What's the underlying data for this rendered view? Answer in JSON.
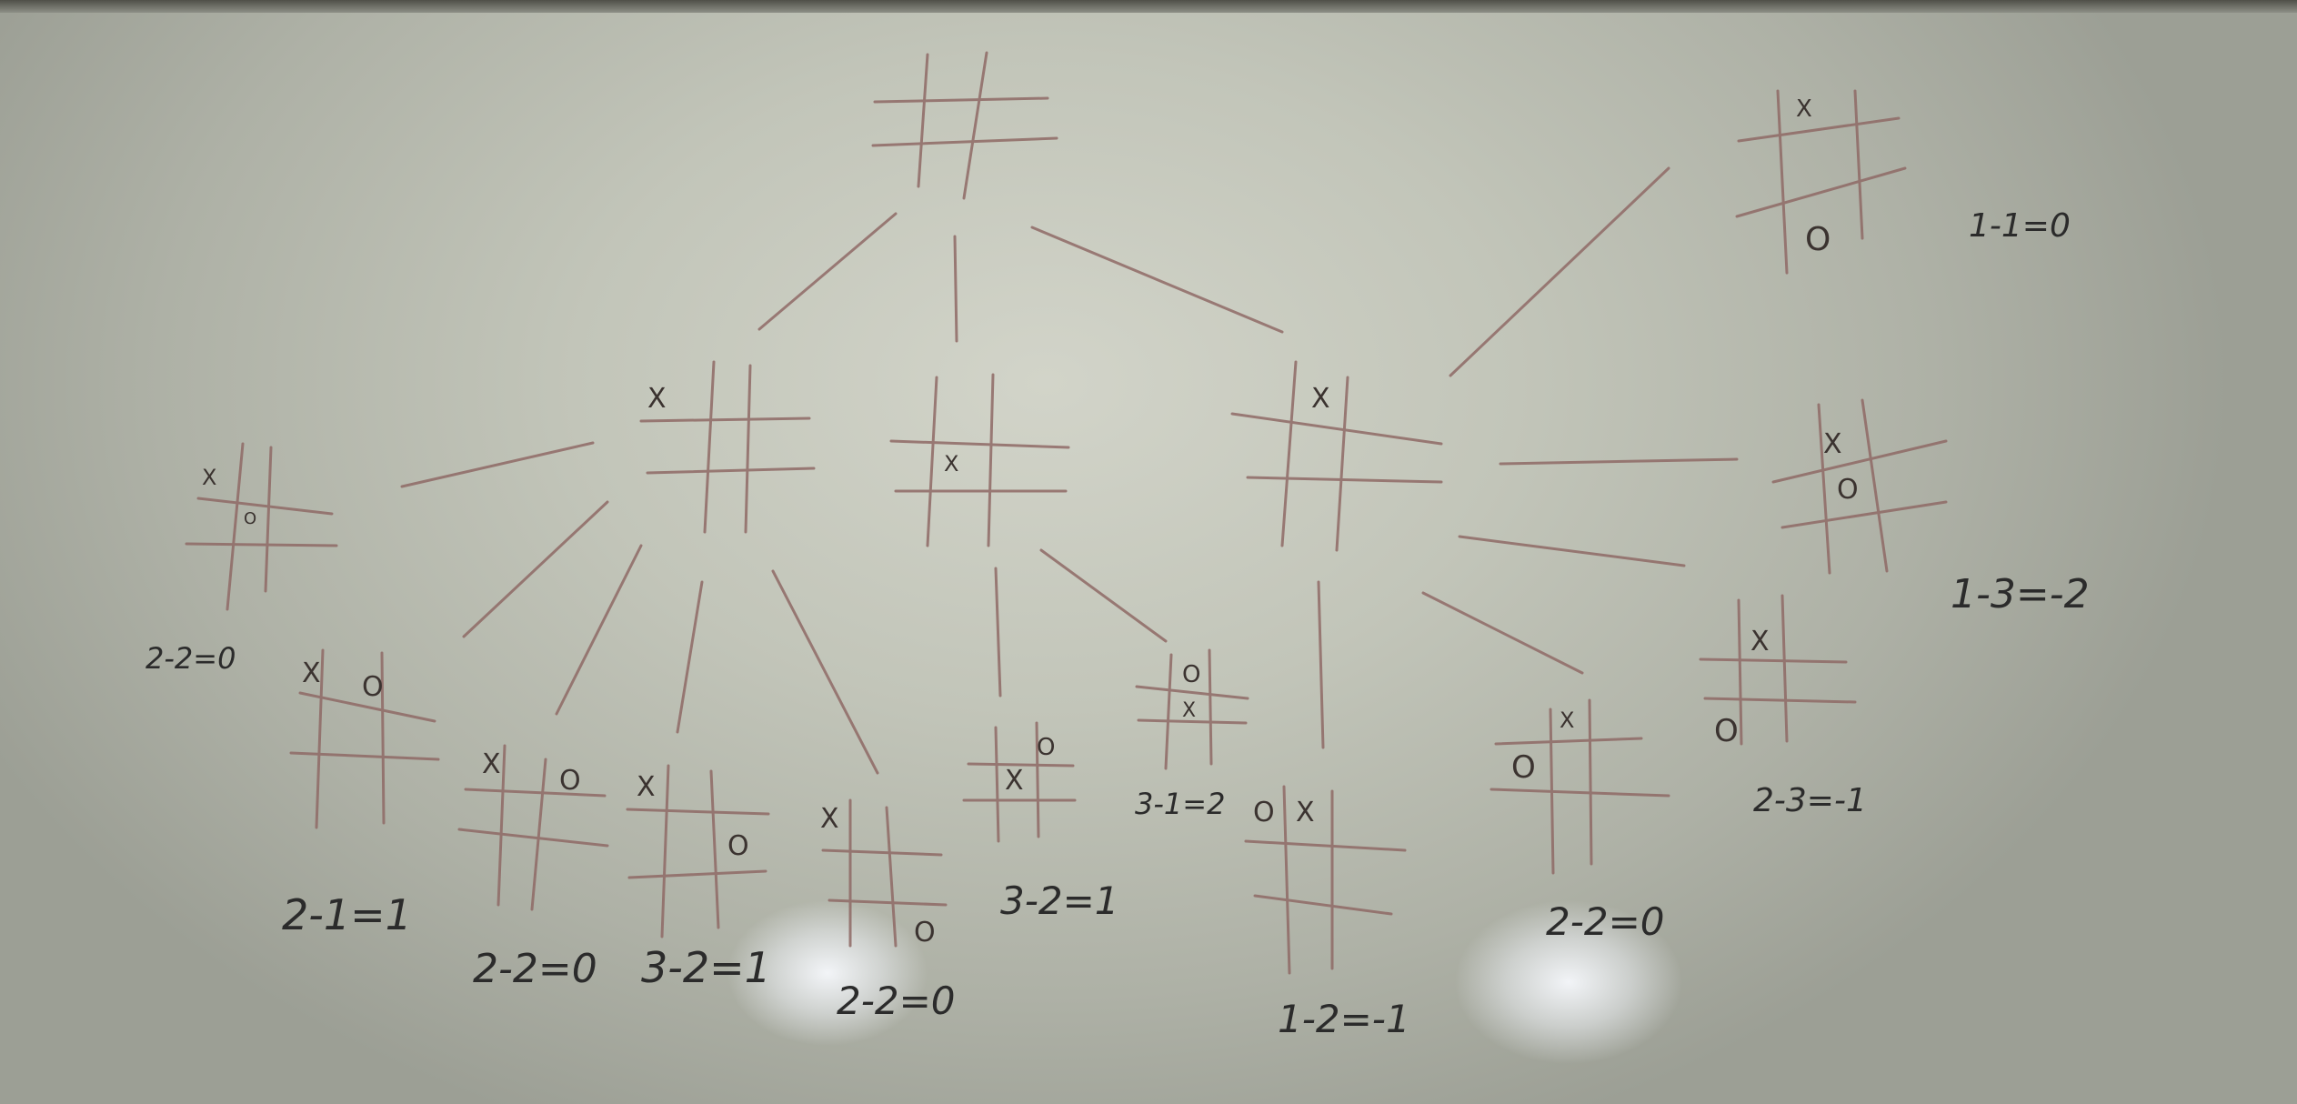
{
  "labels": {
    "top_right": "1-1=0",
    "right_middle": "1-3=-2",
    "left": "2-2=0",
    "l1": "2-1=1",
    "l2": "2-2=0",
    "l3": "3-2=1",
    "l4": "2-2=0",
    "l5": "3-2=1",
    "l6": "3-1=2",
    "l7": "1-2=-1",
    "l8": "2-2=0",
    "l9": "2-3=-1"
  },
  "marks": {
    "x": "X",
    "o": "O"
  },
  "colors": {
    "marker_red": "#8f6a66",
    "marker_black": "#2b2b2b",
    "whiteboard": "#c7cabe"
  }
}
